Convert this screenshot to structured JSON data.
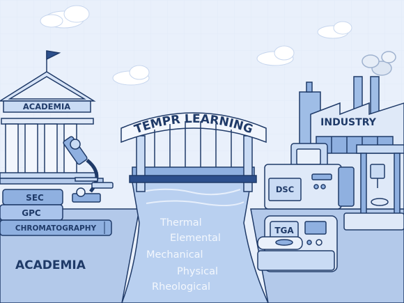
{
  "academia": {
    "building_sign": "ACADEMIA",
    "caption": "ACADEMIA",
    "books": [
      "SEC",
      "GPC",
      "CHROMATOGRAPHY"
    ]
  },
  "bridge": {
    "title": "TEMPR LEARNING"
  },
  "river": {
    "topics": [
      "Thermal",
      "Elemental",
      "Mechanical",
      "Physical",
      "Rheological"
    ]
  },
  "industry": {
    "sign": "INDUSTRY",
    "instruments": [
      "DSC",
      "TGA"
    ]
  },
  "colors": {
    "sky": "#e9f0fb",
    "outline": "#1f3a68",
    "light_blue": "#c9dbf4",
    "mid_blue": "#8fb0e0",
    "dark_blue": "#2c4f8c",
    "river": "#b9d0f0",
    "river_text": "#f3f7fd"
  },
  "icons": [
    "flag-icon",
    "microscope-icon",
    "cloud-icon",
    "factory-icon",
    "3d-printer-icon"
  ]
}
